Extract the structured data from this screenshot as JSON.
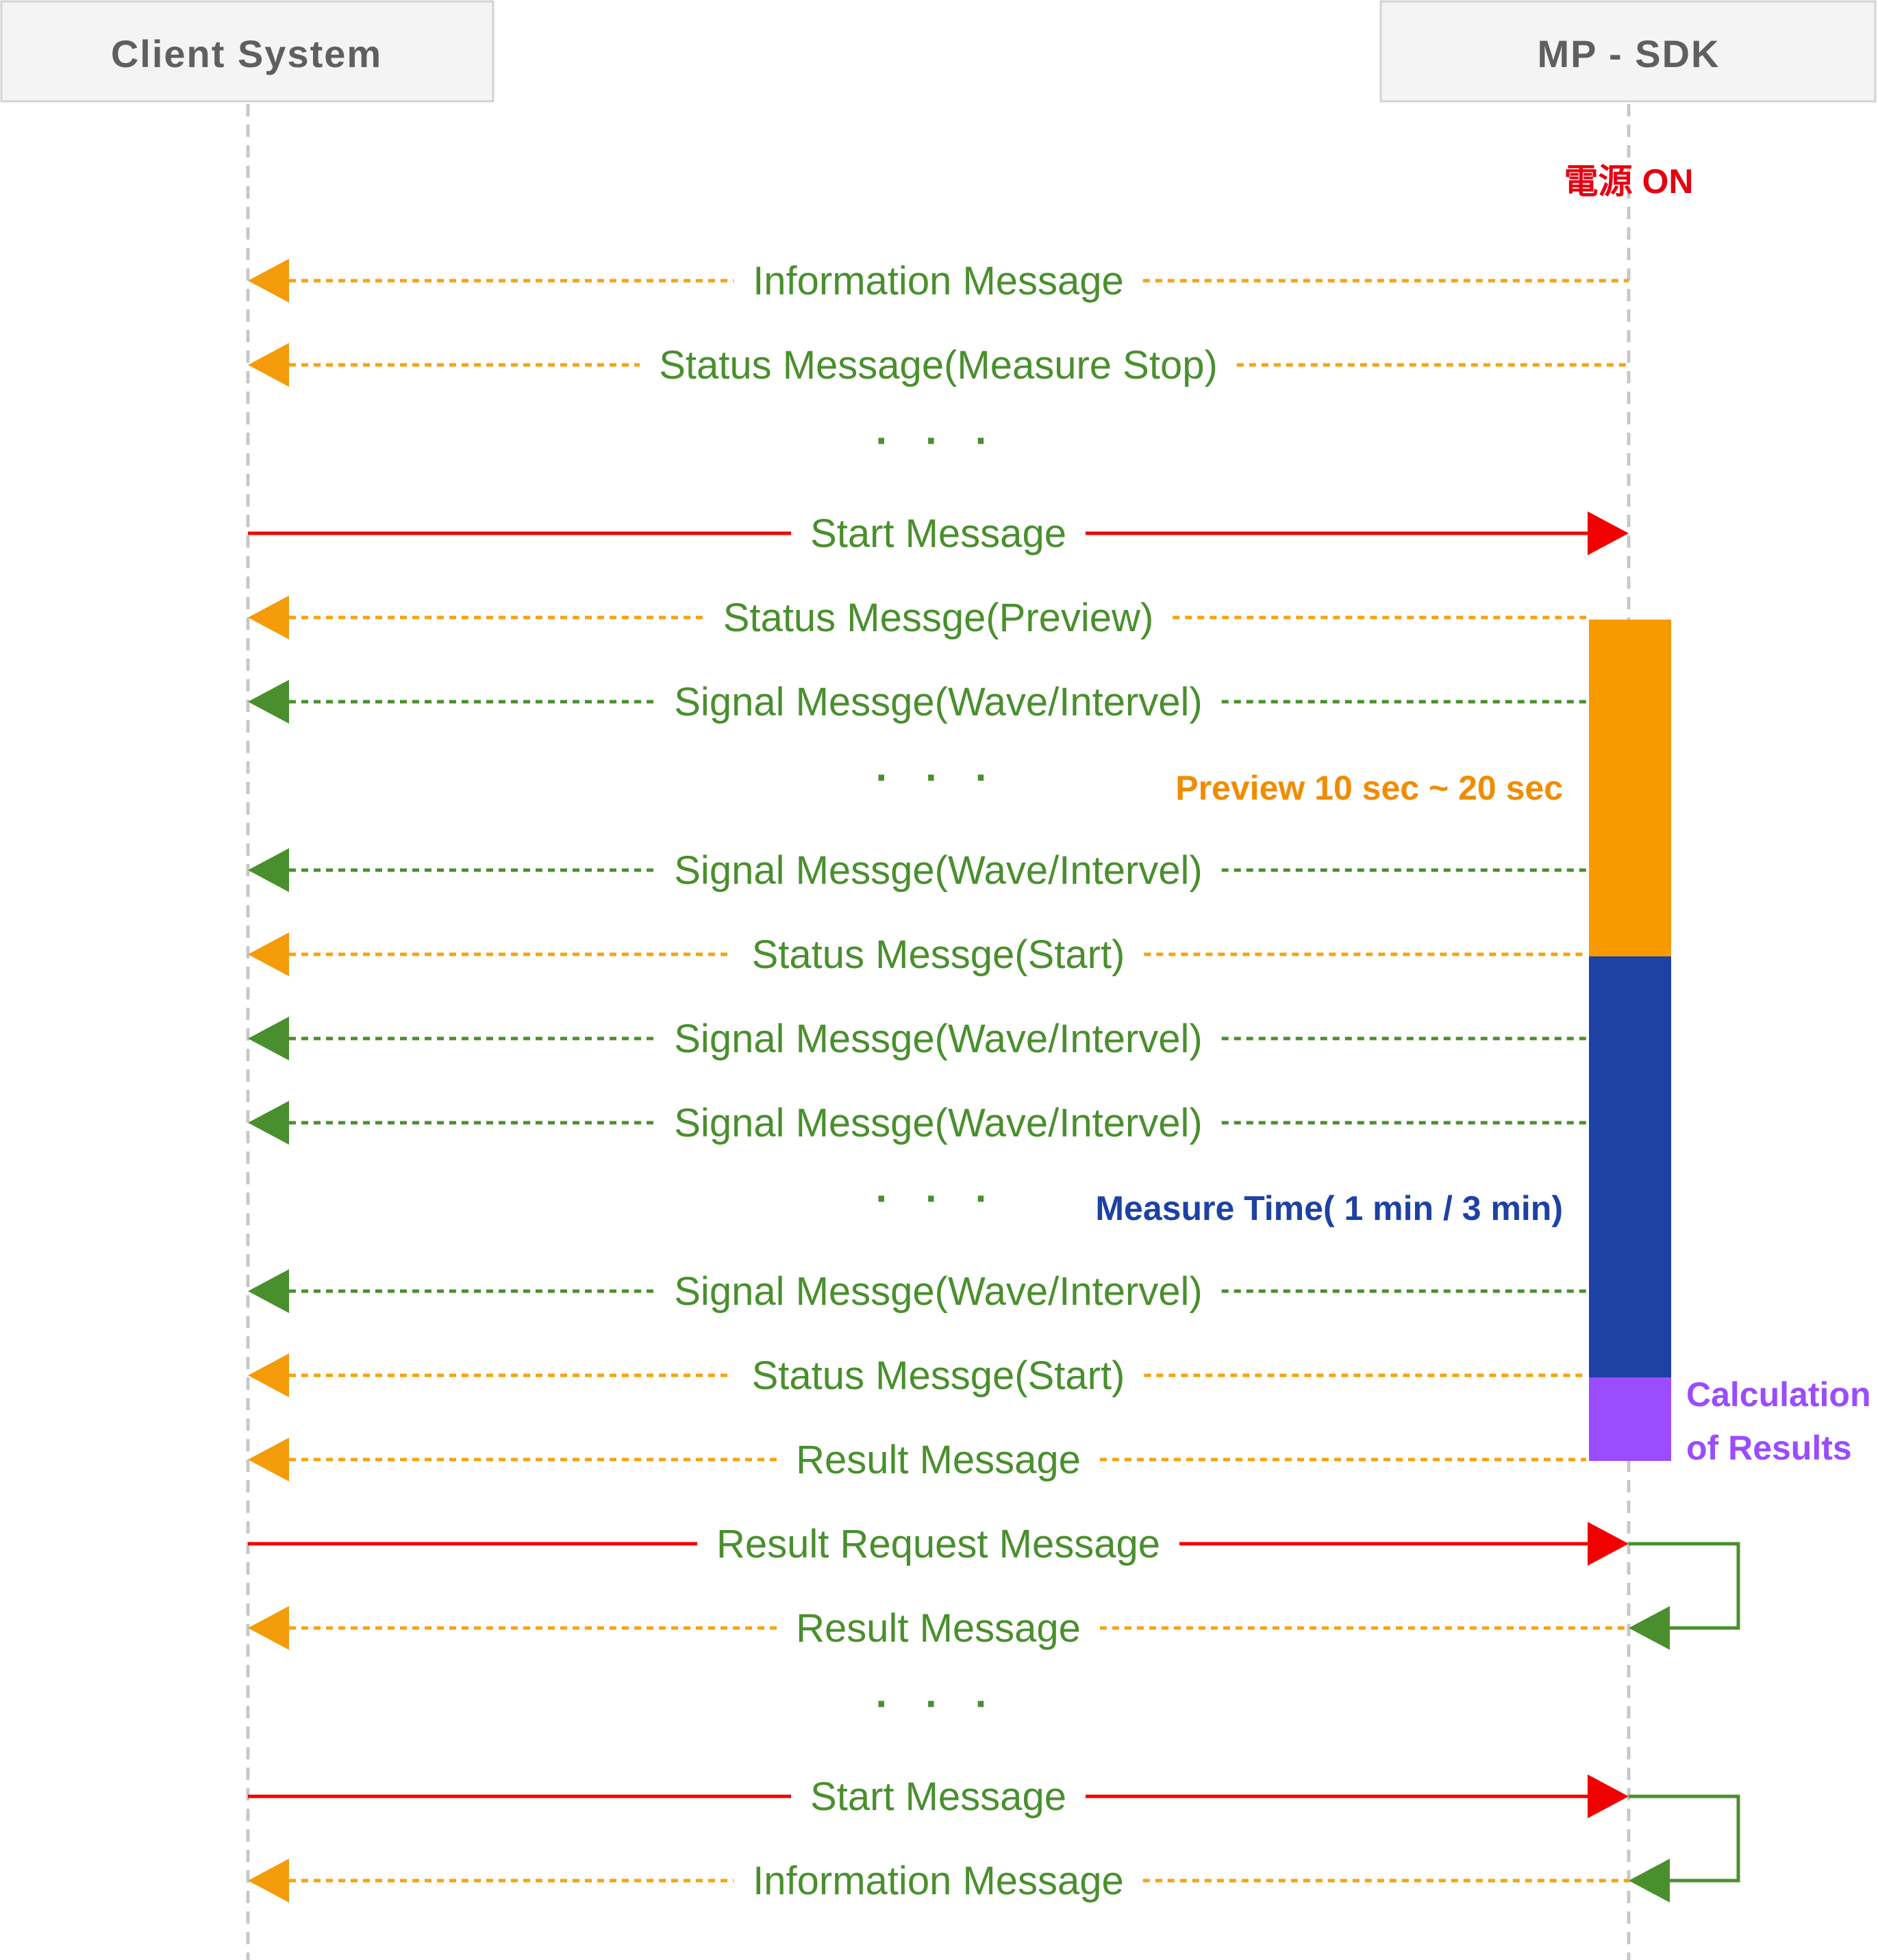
{
  "colors": {
    "label": "#4a8f2e",
    "dots": "#4a8f2e",
    "async_line": "#f7a20e",
    "async_head": "#f49b0a",
    "signal_line": "#4a8f2e",
    "signal_head": "#4a8f2e",
    "sync_line": "#f00000",
    "sync_head": "#f00000",
    "preview_bar": "#f79a00",
    "measure_bar": "#1d41a4",
    "calc_bar": "#9a4cfe",
    "power_note": "#e60012",
    "preview_note": "#f08c00",
    "measure_note": "#1d41a4",
    "calc_note": "#9a4cfe",
    "loop": "#4a8f2e"
  },
  "lanes": {
    "client": "Client System",
    "sdk": "MP - SDK"
  },
  "notes": {
    "power": "電源 ON",
    "preview": "Preview 10 sec ~ 20 sec",
    "measure": "Measure Time( 1 min / 3 min)",
    "calc_line1": "Calculation",
    "calc_line2": "of Results"
  },
  "ellipsis": "· · ·",
  "activation": [
    {
      "phase": "preview"
    },
    {
      "phase": "measure"
    },
    {
      "phase": "calc"
    }
  ],
  "messages": [
    {
      "kind": "async",
      "label": "Information Message"
    },
    {
      "kind": "async",
      "label": "Status Message(Measure Stop)"
    },
    {
      "kind": "gap"
    },
    {
      "kind": "sync",
      "label": "Start Message"
    },
    {
      "kind": "async",
      "label": "Status Messge(Preview)"
    },
    {
      "kind": "signal",
      "label": "Signal Messge(Wave/Intervel)"
    },
    {
      "kind": "gap"
    },
    {
      "kind": "signal",
      "label": "Signal Messge(Wave/Intervel)"
    },
    {
      "kind": "async",
      "label": "Status Messge(Start)"
    },
    {
      "kind": "signal",
      "label": "Signal Messge(Wave/Intervel)"
    },
    {
      "kind": "signal",
      "label": "Signal Messge(Wave/Intervel)"
    },
    {
      "kind": "gap"
    },
    {
      "kind": "signal",
      "label": "Signal Messge(Wave/Intervel)"
    },
    {
      "kind": "async",
      "label": "Status Messge(Start)"
    },
    {
      "kind": "async",
      "label": "Result Message"
    },
    {
      "kind": "sync",
      "label": "Result Request Message"
    },
    {
      "kind": "async",
      "label": "Result Message"
    },
    {
      "kind": "gap"
    },
    {
      "kind": "sync",
      "label": "Start Message"
    },
    {
      "kind": "async",
      "label": "Information Message"
    }
  ]
}
